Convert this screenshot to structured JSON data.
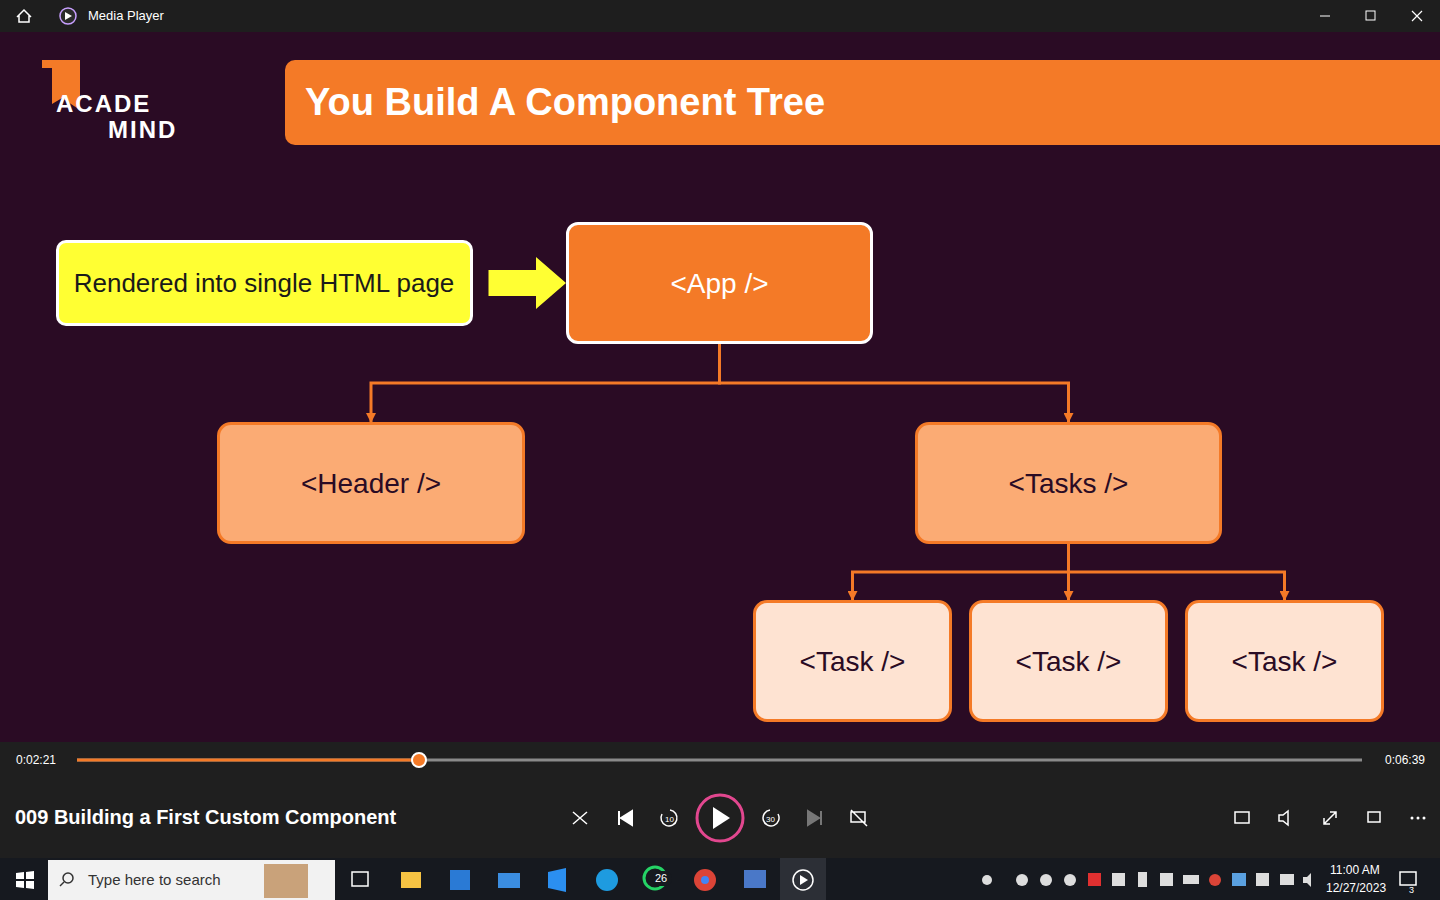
{
  "diagram": {
    "title": "You Build A Component Tree",
    "nodes": [
      {
        "text": [
          "Rendered into single HTML page"
        ]
      },
      {
        "text": [
          "<App />"
        ]
      },
      {
        "text": [
          "<Header />"
        ]
      },
      {
        "text": [
          "<Tasks />"
        ]
      },
      {
        "text": [
          "<Task />"
        ]
      },
      {
        "text": [
          "<Task />"
        ]
      },
      {
        "text": [
          "<Task />"
        ]
      }
    ],
    "edges": [
      {
        "from": 0,
        "to": 1,
        "arrow": "to"
      },
      {
        "from": 1,
        "to": 2,
        "arrow": "to"
      },
      {
        "from": 1,
        "to": 3,
        "arrow": "to"
      },
      {
        "from": 3,
        "to": 4,
        "arrow": "to"
      },
      {
        "from": 3,
        "to": 5,
        "arrow": "to"
      },
      {
        "from": 3,
        "to": 6,
        "arrow": "to"
      }
    ],
    "labels": [
      "Media Player",
      "ACADE",
      "MIND",
      "0:02:21",
      "0:06:39",
      "009 Building a First Custom Component",
      "10",
      "30",
      "Type here to search",
      "26",
      "11:00 AM",
      "12/27/2023",
      "3"
    ]
  }
}
